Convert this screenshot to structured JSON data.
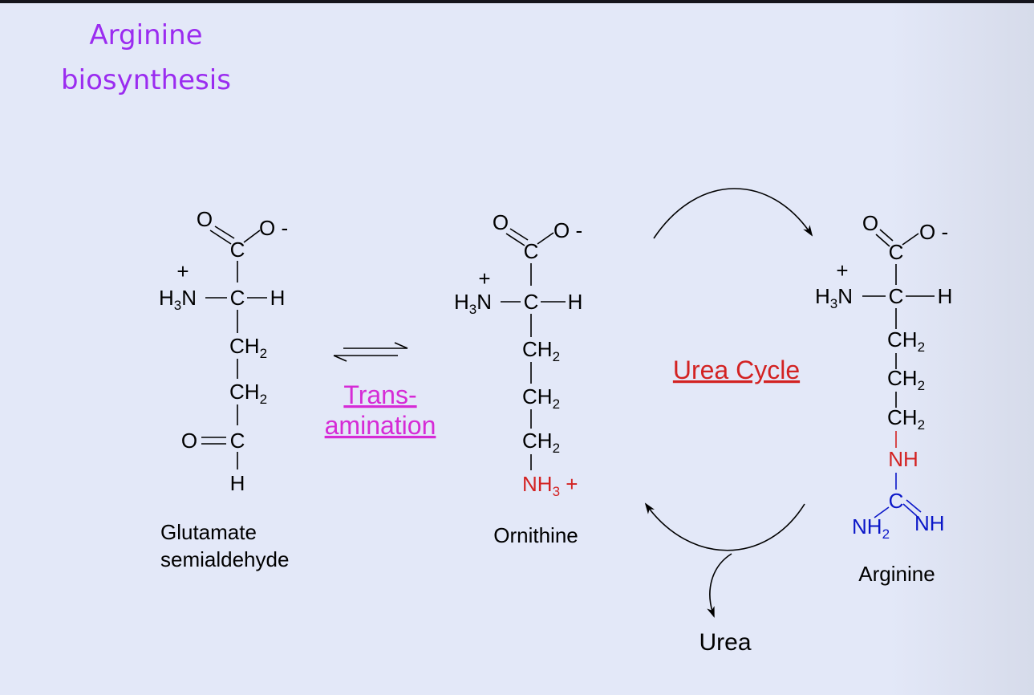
{
  "title": {
    "line1": "Arginine",
    "line2": "biosynthesis"
  },
  "colors": {
    "title": "#9b2cf0",
    "transamination_link": "#d62bd6",
    "urea_cycle_link": "#d32222",
    "highlight_red": "#d32222",
    "highlight_blue": "#0a16c8",
    "background": "#e3e8f8"
  },
  "atoms": {
    "O": "O",
    "O_minus": "O -",
    "C": "C",
    "H": "H",
    "H3N": "H3N",
    "plus": "+",
    "CH2": "CH2",
    "NH3_plus": "NH3 +",
    "NH": "NH",
    "NH2": "NH2"
  },
  "molecules": {
    "glutamate_semialdehyde": {
      "name_line1": "Glutamate",
      "name_line2": "semialdehyde"
    },
    "ornithine": {
      "name": "Ornithine"
    },
    "arginine": {
      "name": "Arginine"
    }
  },
  "reactions": {
    "transamination": {
      "line1": "Trans-",
      "line2": "amination"
    },
    "urea_cycle": {
      "label": "Urea Cycle"
    },
    "product": "Urea"
  }
}
